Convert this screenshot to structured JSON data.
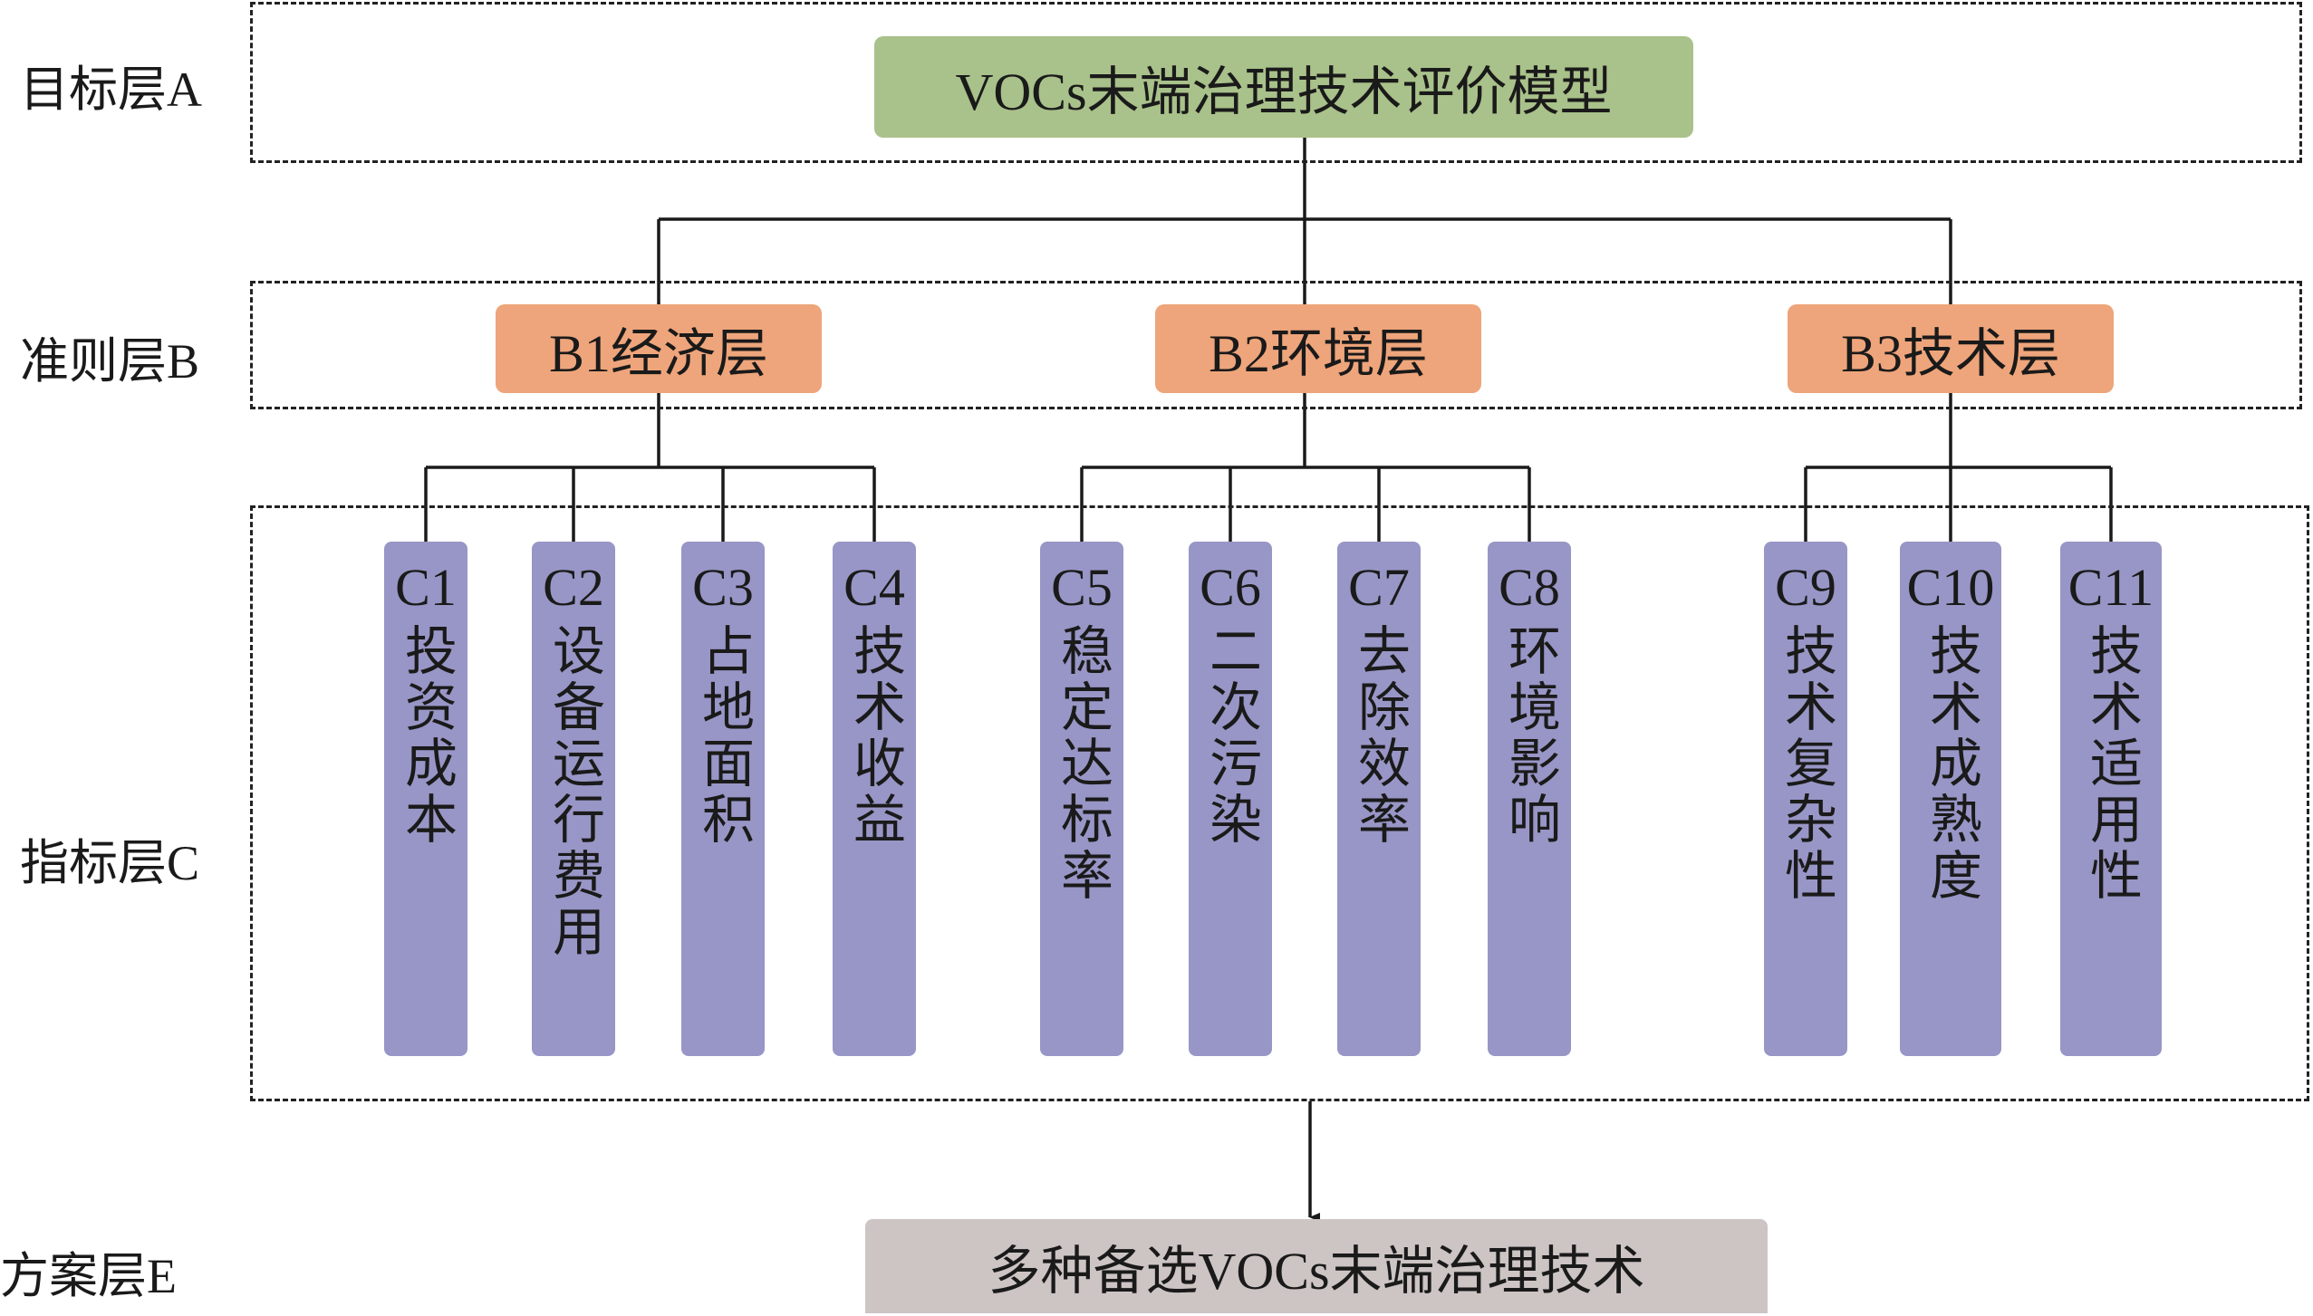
{
  "layers": {
    "goal": "目标层A",
    "criteria": "准则层B",
    "indicators": "指标层C",
    "scheme": "方案层E"
  },
  "goal": {
    "label": "VOCs末端治理技术评价模型"
  },
  "criteria": [
    {
      "id": "B1",
      "label": "B1经济层"
    },
    {
      "id": "B2",
      "label": "B2环境层"
    },
    {
      "id": "B3",
      "label": "B3技术层"
    }
  ],
  "indicators": [
    {
      "code": "C1",
      "name": "投资成本",
      "parent": "B1"
    },
    {
      "code": "C2",
      "name": "设备运行费用",
      "parent": "B1"
    },
    {
      "code": "C3",
      "name": "占地面积",
      "parent": "B1"
    },
    {
      "code": "C4",
      "name": "技术收益",
      "parent": "B1"
    },
    {
      "code": "C5",
      "name": "稳定达标率",
      "parent": "B2"
    },
    {
      "code": "C6",
      "name": "二次污染",
      "parent": "B2"
    },
    {
      "code": "C7",
      "name": "去除效率",
      "parent": "B2"
    },
    {
      "code": "C8",
      "name": "环境影响",
      "parent": "B2"
    },
    {
      "code": "C9",
      "name": "技术复杂性",
      "parent": "B3"
    },
    {
      "code": "C10",
      "name": "技术成熟度",
      "parent": "B3"
    },
    {
      "code": "C11",
      "name": "技术适用性",
      "parent": "B3"
    }
  ],
  "scheme": {
    "label": "多种备选VOCs末端治理技术"
  },
  "colors": {
    "goal": "#a9c18a",
    "criterion": "#eea57b",
    "indicator": "#9896c6",
    "scheme": "#cdc4c4"
  }
}
